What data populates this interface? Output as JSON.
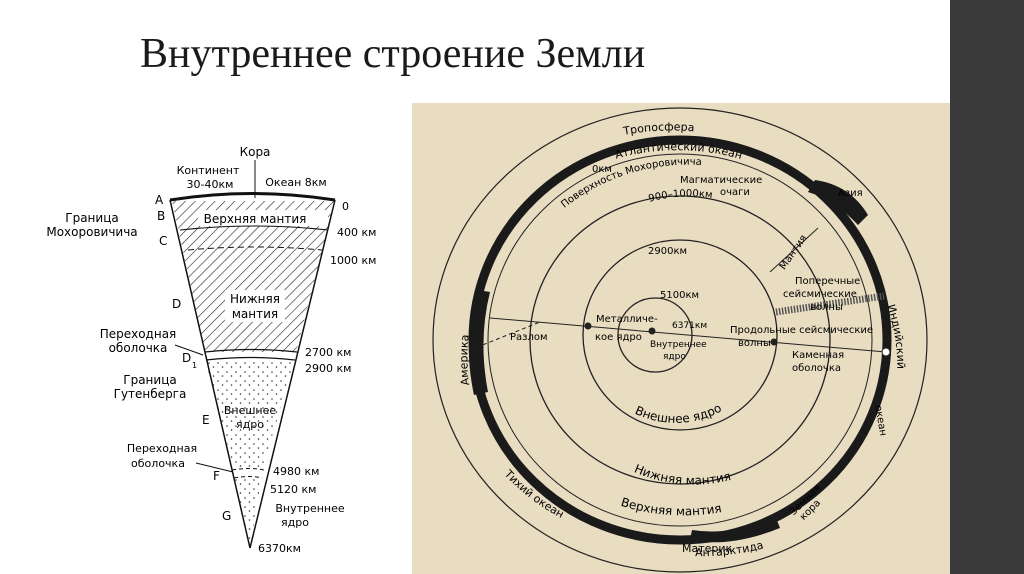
{
  "title": "Внутреннее строение Земли",
  "cone": {
    "crust": "Кора",
    "continent": "Континент",
    "continent_depth": "30-40км",
    "ocean": "Океан 8км",
    "upper_mantle": "Верхняя мантия",
    "lower_mantle_1": "Нижняя",
    "lower_mantle_2": "мантия",
    "outer_core_1": "Внешнее",
    "outer_core_2": "ядро",
    "inner_core_1": "Внутреннее",
    "inner_core_2": "ядро",
    "moho_1": "Граница",
    "moho_2": "Мохоровичича",
    "transition_1": "Переходная",
    "transition_2": "оболочка",
    "gutenberg_1": "Граница",
    "gutenberg_2": "Гутенберга",
    "transition2_1": "Переходная",
    "transition2_2": "оболочка",
    "letters": [
      "A",
      "B",
      "C",
      "D",
      "D",
      "1",
      "E",
      "F",
      "G"
    ],
    "depths": [
      "0",
      "400 км",
      "1000 км",
      "2700 км",
      "2900 км",
      "4980 км",
      "5120 км",
      "6370км"
    ]
  },
  "circle": {
    "troposphere": "Тропосфера",
    "atlantic": "Атлантический океан",
    "zero_km": "0км",
    "moho_surface": "Поверхность Мохоровичича",
    "magmatic_1": "Магматические",
    "magmatic_2": "очаги",
    "asia": "Азия",
    "depth_900": "900–1000км",
    "depth_2900": "2900км",
    "mantle": "Мантия",
    "transverse_1": "Поперечные",
    "transverse_2": "сейсмические",
    "transverse_3": "волны",
    "depth_5100": "5100км",
    "depth_6371": "6371км",
    "metallic_1": "Металличе-",
    "metallic_2": "кое ядро",
    "inner_core_1": "Внутреннее",
    "inner_core_2": "ядро",
    "longitudinal_1": "Продольные сейсмические",
    "longitudinal_2": "волны",
    "stone_1": "Каменная",
    "stone_2": "оболочка",
    "fault": "Разлом",
    "america": "Америка",
    "indian_1": "Индийский",
    "indian_2": "океан",
    "outer_core": "Внешнее ядро",
    "lower_mantle": "Нижняя мантия",
    "upper_mantle": "Верхняя мантия",
    "pacific": "Тихий океан",
    "earth_crust_1": "Земная",
    "earth_crust_2": "кора",
    "mainland": "Материк",
    "antarctica": "Антарктида"
  }
}
